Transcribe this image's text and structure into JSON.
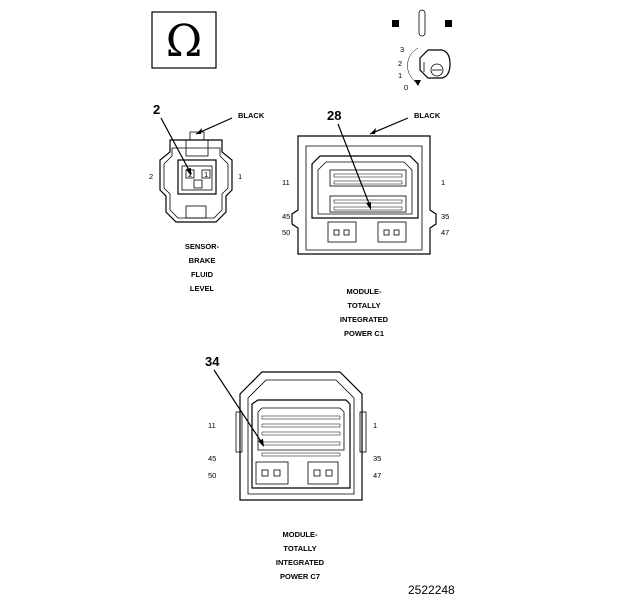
{
  "icons": {
    "ohm_symbol": "Ω",
    "ignition_key": "ignition-key-icon",
    "test_probe": "test-probe-icon"
  },
  "ignition_positions": [
    "3",
    "2",
    "1",
    "0"
  ],
  "sensor": {
    "callout": "2",
    "color_label": "BLACK",
    "pin_left": "2",
    "pin_right": "1",
    "name_lines": [
      "SENSOR-",
      "BRAKE",
      "FLUID",
      "LEVEL"
    ]
  },
  "connector_c1": {
    "callout": "28",
    "color_label": "BLACK",
    "pins": {
      "top_left": "11",
      "top_right": "1",
      "mid_left": "45",
      "mid_right": "35",
      "bottom_left": "50",
      "bottom_right": "47"
    },
    "name_lines": [
      "MODULE-",
      "TOTALLY",
      "INTEGRATED",
      "POWER C1"
    ]
  },
  "connector_c7": {
    "callout": "34",
    "pins": {
      "top_left": "11",
      "top_right": "1",
      "mid_left": "45",
      "mid_right": "35",
      "bottom_left": "50",
      "bottom_right": "47"
    },
    "name_lines": [
      "MODULE-",
      "TOTALLY",
      "INTEGRATED",
      "POWER C7"
    ]
  },
  "figure_number": "2522248"
}
